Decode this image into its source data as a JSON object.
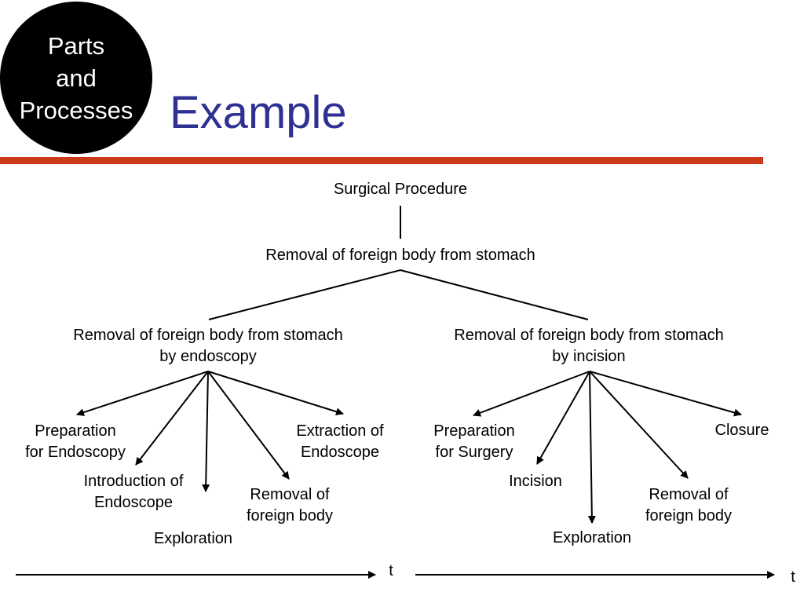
{
  "badge": {
    "line1": "Parts",
    "line2": "and",
    "line3": "Processes"
  },
  "title": "Example",
  "colors": {
    "title": "#2e3192",
    "rule": "#cc3a1a",
    "badge": "#000000"
  },
  "diagram": {
    "root": "Surgical Procedure",
    "level1": "Removal of foreign body from stomach",
    "left_branch": {
      "title_line1": "Removal of foreign body from stomach",
      "title_line2": "by endoscopy",
      "prep_line1": "Preparation",
      "prep_line2": "for Endoscopy",
      "intro_line1": "Introduction of",
      "intro_line2": "Endoscope",
      "exploration": "Exploration",
      "removal_line1": "Removal of",
      "removal_line2": "foreign body",
      "extraction_line1": "Extraction of",
      "extraction_line2": "Endoscope"
    },
    "right_branch": {
      "title_line1": "Removal of foreign body from stomach",
      "title_line2": "by incision",
      "prep_line1": "Preparation",
      "prep_line2": "for Surgery",
      "incision": "Incision",
      "exploration": "Exploration",
      "removal_line1": "Removal of",
      "removal_line2": "foreign body",
      "closure": "Closure"
    },
    "time_axis_left": "t",
    "time_axis_right": "t"
  }
}
